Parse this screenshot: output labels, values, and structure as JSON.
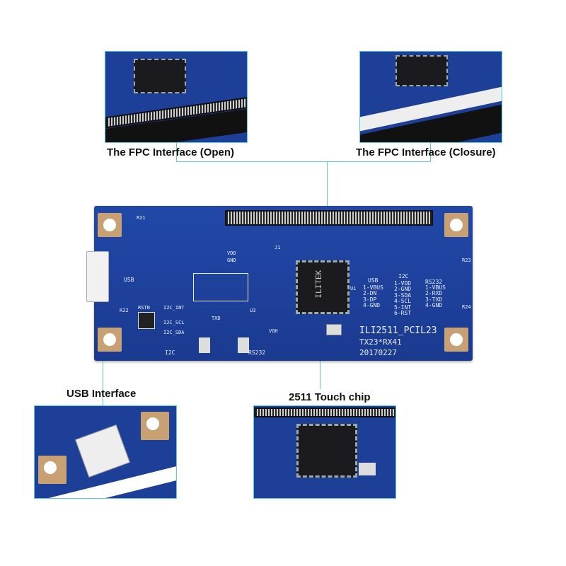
{
  "callouts": {
    "fpc_open": "The FPC Interface (Open)",
    "fpc_closure": "The FPC Interface (Closure)",
    "usb": "USB Interface",
    "chip": "2511 Touch chip"
  },
  "board": {
    "model": "ILI2511_PCIL23",
    "channels": "TX23*RX41",
    "date": "20170227",
    "chip_brand": "ILITEK",
    "usb_title": "USB",
    "usb_pins": "1-VBUS\n2-DN\n3-DP\n4-GND",
    "i2c_title": "I2C",
    "i2c_pins": "1-VDD\n2-GND\n3-SDA\n4-SCL\n5-INT\n6-RST",
    "rs232_title": "RS232",
    "rs232_pins": "1-VBUS\n2-RXD\n3-TXD\n4-GND",
    "usb_label": "USB",
    "i2c_label": "I2C",
    "rs232_label": "RS232",
    "r21": "R21",
    "r22": "R22",
    "r23": "R23",
    "r24": "R24",
    "j1": "J1",
    "u1": "U1",
    "u3": "U3",
    "vdd": "VDD",
    "gnd": "GND",
    "txd": "TXD",
    "vgh": "VGH",
    "rstn": "RSTN",
    "i2c_int": "I2C_INT",
    "i2c_scl": "I2C_SCL",
    "i2c_sda": "I2C_SDA"
  },
  "colors": {
    "callout_border": "#5cc8e8",
    "pcb": "#1e3f9a",
    "pad": "#c9a074"
  }
}
